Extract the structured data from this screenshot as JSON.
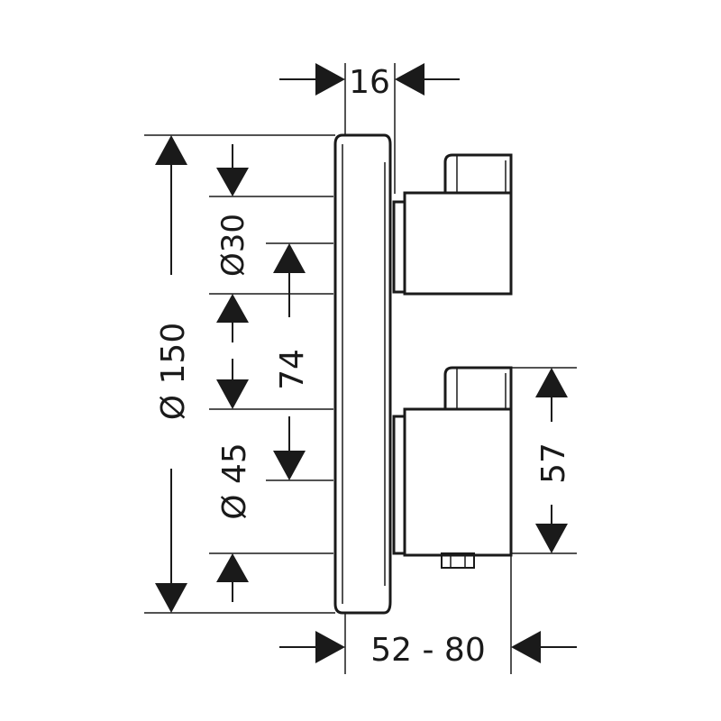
{
  "dimensions": {
    "top_width": "16",
    "bottom_range": "52 - 80",
    "plate_diameter": "Ø 150",
    "upper_knob_diameter": "Ø30",
    "center_distance": "74",
    "lower_knob_diameter": "Ø 45",
    "lower_knob_height": "57"
  }
}
